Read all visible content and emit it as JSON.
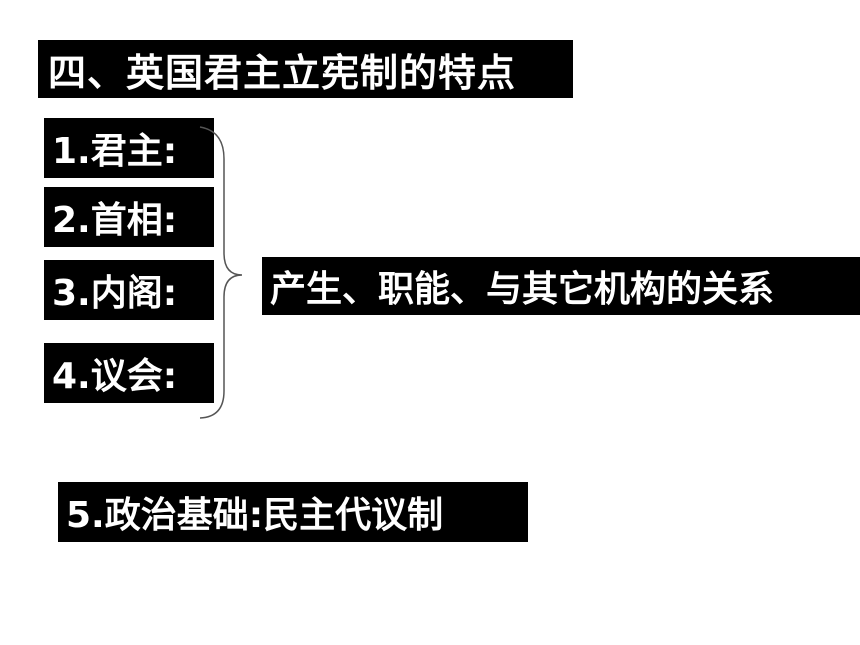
{
  "slide": {
    "title": "四、英国君主立宪制的特点",
    "items": [
      {
        "label": "1.君主:"
      },
      {
        "label": "2.首相:"
      },
      {
        "label": "3.内阁:"
      },
      {
        "label": "4.议会:"
      }
    ],
    "summary": "产生、职能、与其它机构的关系",
    "basis": "5.政治基础:民主代议制"
  },
  "colors": {
    "background": "#ffffff",
    "label_background": "#000000",
    "label_text": "#ffffff",
    "brace": "#555555"
  }
}
